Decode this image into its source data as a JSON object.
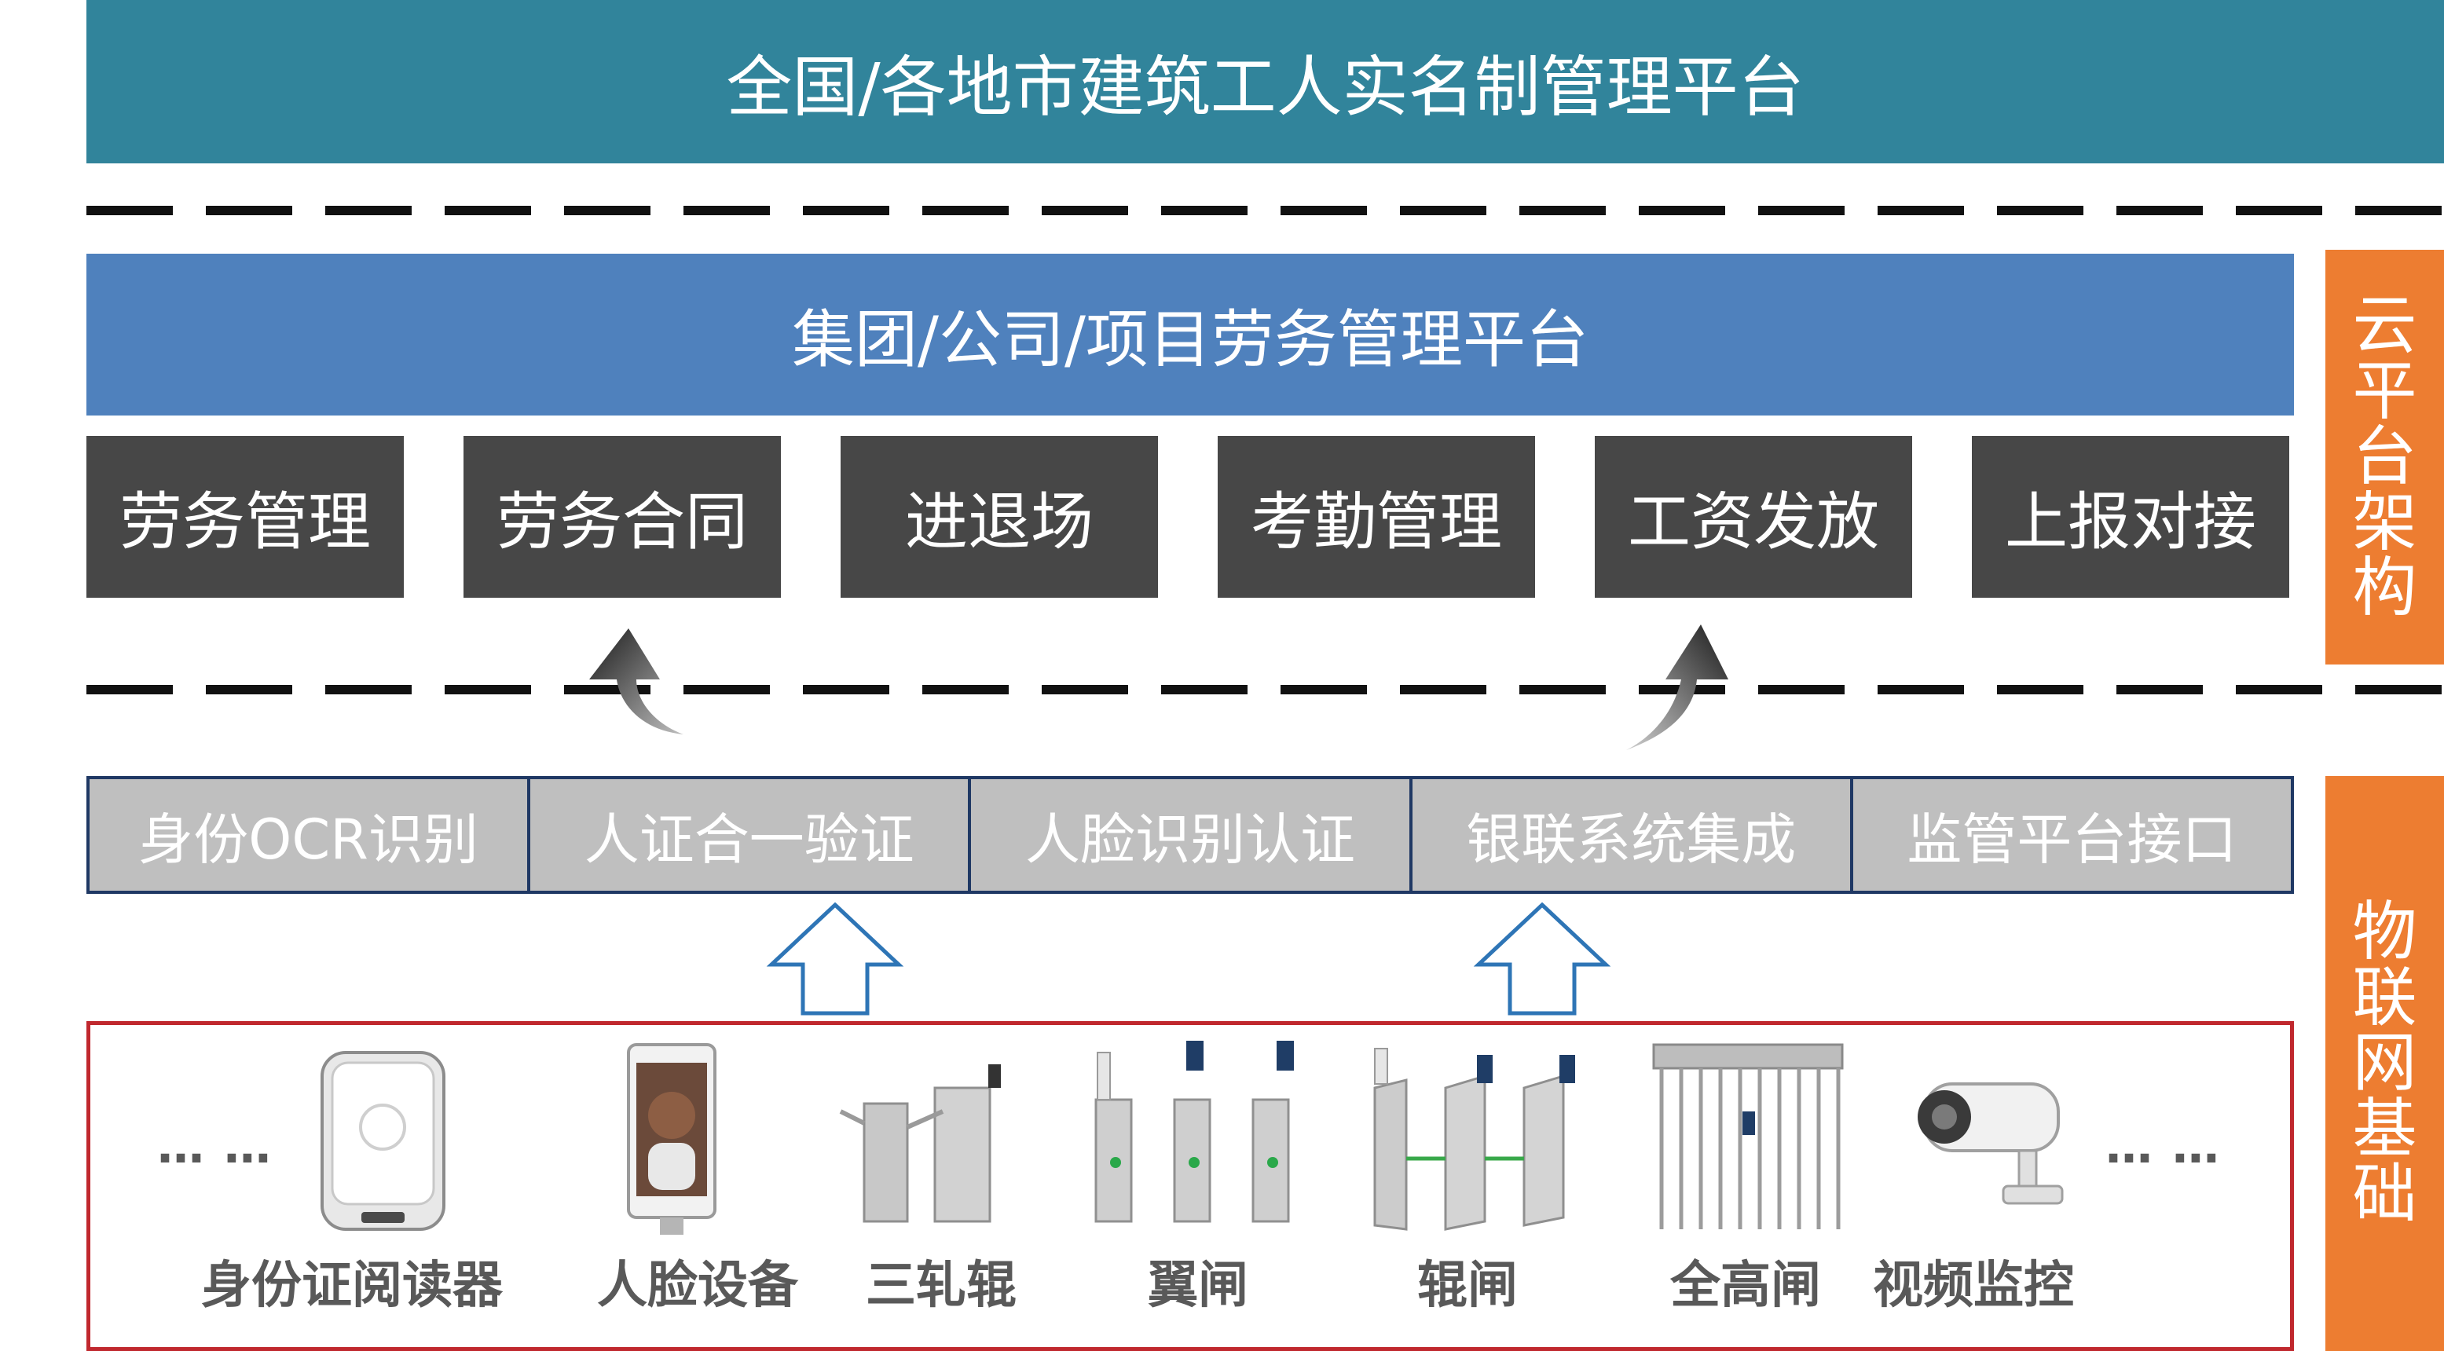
{
  "top_banner": "全国/各地市建筑工人实名制管理平台",
  "company_banner": "集团/公司/项目劳务管理平台",
  "modules": [
    "劳务管理",
    "劳务合同",
    "进退场",
    "考勤管理",
    "工资发放",
    "上报对接"
  ],
  "capabilities": [
    "身份OCR识别",
    "人证合一验证",
    "人脸识别认证",
    "银联系统集成",
    "监管平台接口"
  ],
  "side_labels": {
    "cloud": [
      "云",
      "平",
      "台",
      "架",
      "构"
    ],
    "iot": [
      "物",
      "联",
      "网",
      "基",
      "础"
    ]
  },
  "devices": {
    "ellipsis_left": "… …",
    "ellipsis_right": "… …",
    "items": [
      "身份证阅读器",
      "人脸设备",
      "三轧辊",
      "翼闸",
      "辊闸",
      "全高闸",
      "视频监控"
    ]
  },
  "colors": {
    "top_banner": "#31849b",
    "company_banner": "#4f81bd",
    "module": "#474747",
    "side": "#ed7d31",
    "device_border": "#c0282e",
    "capability_bar": "#bfbfbf"
  }
}
